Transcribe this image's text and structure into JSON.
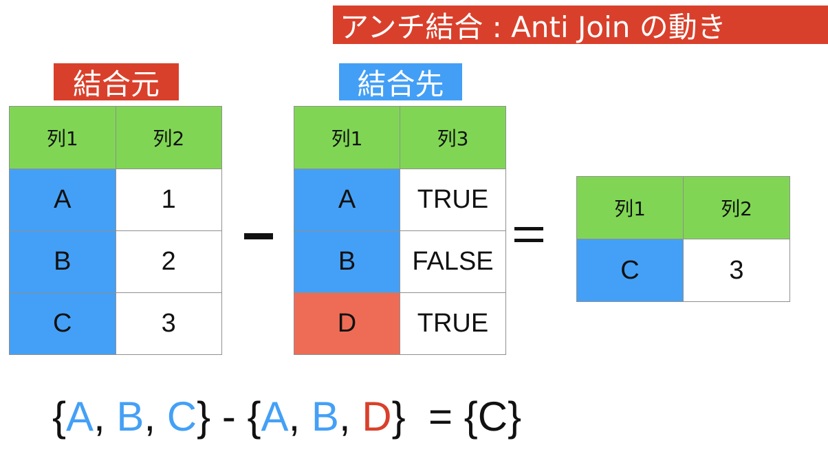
{
  "colors": {
    "title_bg": "#d9402b",
    "left_label_bg": "#d9402b",
    "right_label_bg": "#439ff5",
    "header_bg": "#80d654",
    "key_blue": "#44a0f6",
    "key_red": "#ee6c55",
    "value_bg": "#ffffff",
    "text": "#111111",
    "formula_blue": "#44a0f6",
    "formula_red": "#d9402b"
  },
  "title": "アンチ結合 : Anti Join の動き",
  "left_label": "結合元",
  "right_label": "結合先",
  "left_table": {
    "headers": [
      "列1",
      "列2"
    ],
    "rows": [
      {
        "key": "A",
        "value": "1",
        "key_color": "#44a0f6"
      },
      {
        "key": "B",
        "value": "2",
        "key_color": "#44a0f6"
      },
      {
        "key": "C",
        "value": "3",
        "key_color": "#44a0f6"
      }
    ]
  },
  "right_table": {
    "headers": [
      "列1",
      "列3"
    ],
    "rows": [
      {
        "key": "A",
        "value": "TRUE",
        "key_color": "#44a0f6"
      },
      {
        "key": "B",
        "value": "FALSE",
        "key_color": "#44a0f6"
      },
      {
        "key": "D",
        "value": "TRUE",
        "key_color": "#ee6c55"
      }
    ]
  },
  "result_table": {
    "headers": [
      "列1",
      "列2"
    ],
    "rows": [
      {
        "key": "C",
        "value": "3",
        "key_color": "#44a0f6"
      }
    ]
  },
  "formula": [
    {
      "text": "{",
      "color": "#111111"
    },
    {
      "text": "A",
      "color": "#44a0f6"
    },
    {
      "text": ", ",
      "color": "#111111"
    },
    {
      "text": "B",
      "color": "#44a0f6"
    },
    {
      "text": ", ",
      "color": "#111111"
    },
    {
      "text": "C",
      "color": "#44a0f6"
    },
    {
      "text": "} - {",
      "color": "#111111"
    },
    {
      "text": "A",
      "color": "#44a0f6"
    },
    {
      "text": ", ",
      "color": "#111111"
    },
    {
      "text": "B",
      "color": "#44a0f6"
    },
    {
      "text": ", ",
      "color": "#111111"
    },
    {
      "text": "D",
      "color": "#d9402b"
    },
    {
      "text": "}  = {C}",
      "color": "#111111"
    }
  ]
}
